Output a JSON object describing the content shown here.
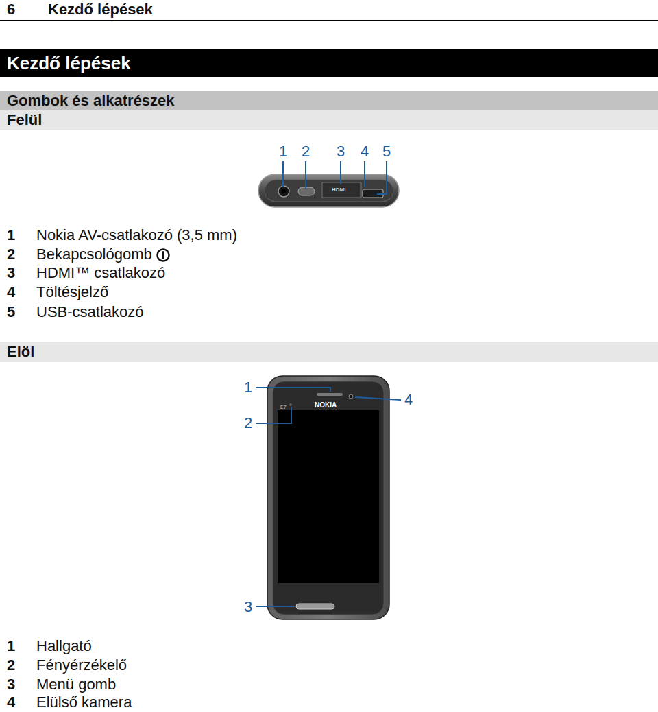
{
  "diagram": {
    "nodes": [
      {
        "text": [
          "Kezdő lépések"
        ]
      },
      {
        "text": [
          "Gombok és alkatrészek"
        ]
      },
      {
        "text": [
          "Felül"
        ]
      },
      {
        "text": [
          "Elöl"
        ]
      }
    ],
    "labels": [
      "6",
      "Kezdő lépések",
      "1",
      "2",
      "3",
      "4",
      "5",
      "HDMI",
      "1",
      "Nokia AV-csatlakozó (3,5 mm)",
      "2",
      "Bekapcsológomb",
      "3",
      "HDMI™ csatlakozó",
      "4",
      "Töltésjelző",
      "5",
      "USB-csatlakozó",
      "1",
      "4",
      "2",
      "3",
      "E7",
      "NOKIA",
      "1",
      "Hallgató",
      "2",
      "Fényérzékelő",
      "3",
      "Menü gomb",
      "4",
      "Elülső kamera"
    ]
  }
}
